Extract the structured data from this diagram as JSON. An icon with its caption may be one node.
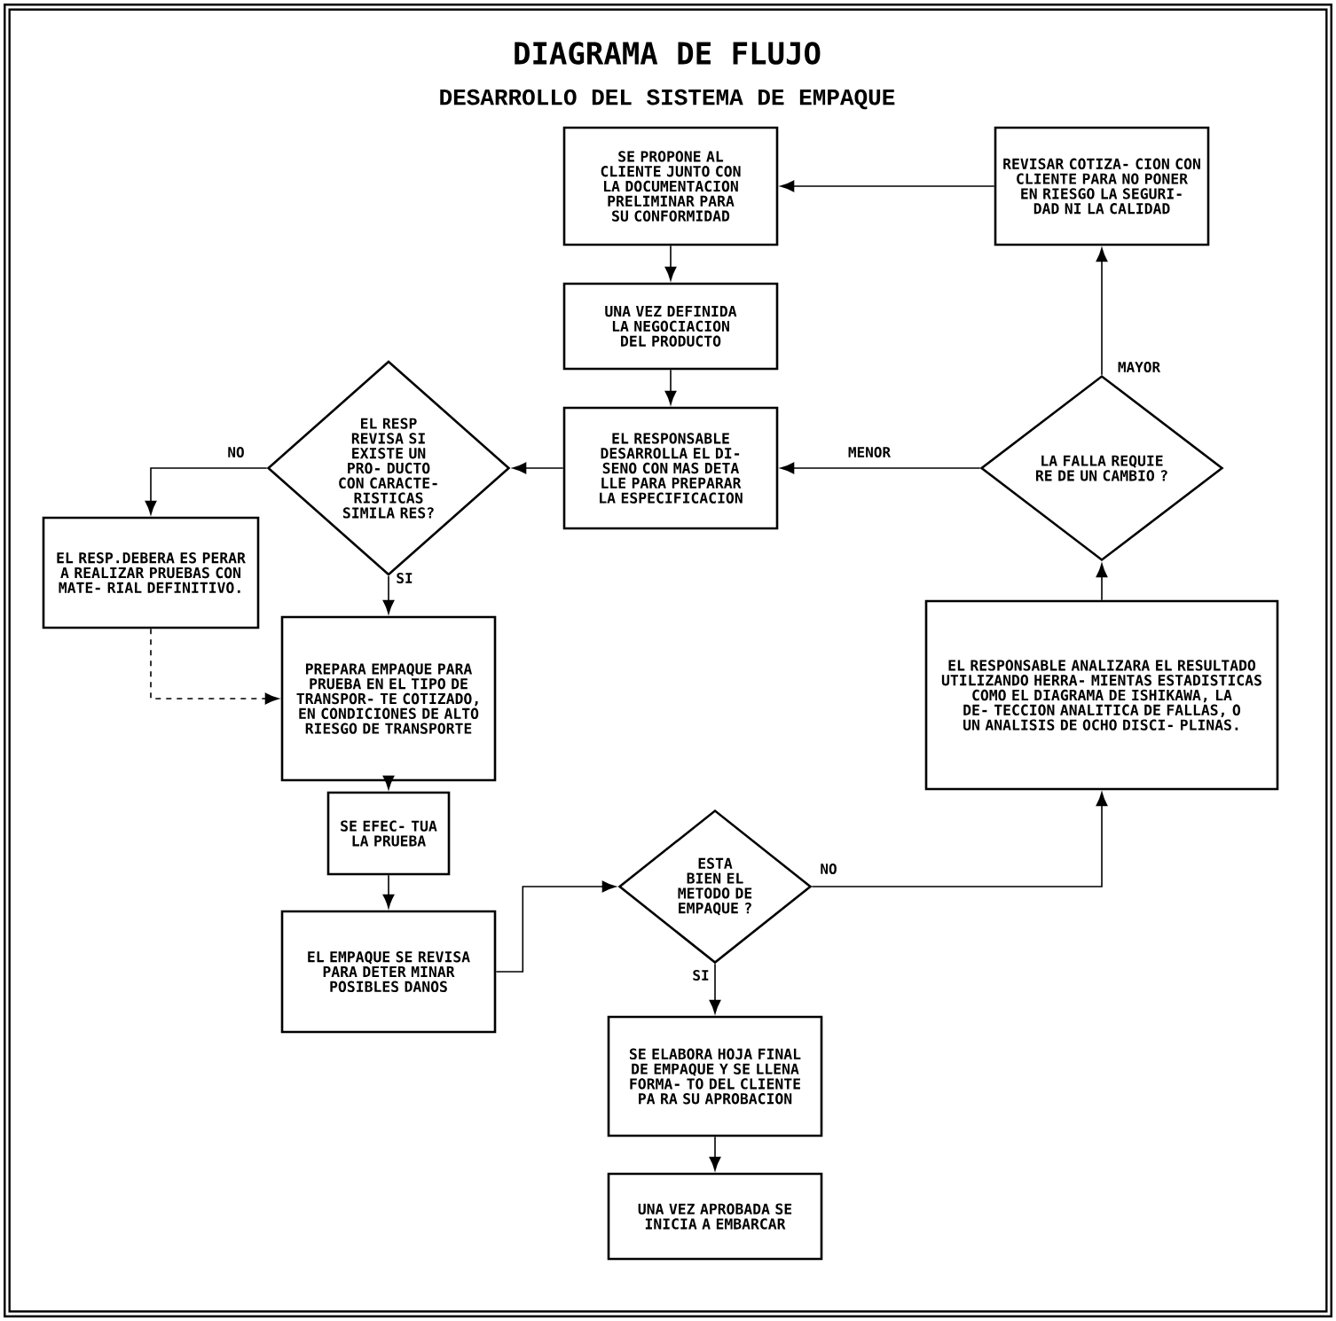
{
  "diagram": {
    "title": "DIAGRAMA DE FLUJO",
    "nodes": [
      {
        "text": [
          "SE PROPONE AL CLIENTE JUNTO CON LA DOCUMENTACION PRELIMINAR PARA SU CONFORMIDAD"
        ]
      },
      {
        "text": [
          "UNA VEZ DEFINIDA LA NEGOCIACION DEL PRODUCTO"
        ]
      },
      {
        "text": [
          "EL RESPONSABLE DESARROLLA EL DI- SENO CON MAS DETA LLE PARA PREPARAR LA ESPECIFICACION"
        ]
      },
      {
        "text": [
          "EL RESP REVISA SI EXISTE UN PRO- DUCTO CON CARACTE- RISTICAS SIMILA RES?"
        ]
      },
      {
        "text": [
          "EL RESP.DEBERA ES PERAR A REALIZAR PRUEBAS CON MATE- RIAL DEFINITIVO."
        ]
      },
      {
        "text": [
          "PREPARA EMPAQUE PARA PRUEBA EN EL TIPO DE TRANSPOR- TE COTIZADO, EN CONDICIONES DE ALTO RIESGO DE TRANSPORTE"
        ]
      },
      {
        "text": [
          "SE EFEC- TUA LA PRUEBA"
        ]
      },
      {
        "text": [
          "EL EMPAQUE SE REVISA PARA DETER MINAR POSIBLES DANOS"
        ]
      },
      {
        "text": [
          "ESTA BIEN EL METODO DE EMPAQUE ?"
        ]
      },
      {
        "text": [
          "SE ELABORA HOJA FINAL DE EMPAQUE Y SE LLENA FORMA- TO DEL CLIENTE PA RA SU APROBACION"
        ]
      },
      {
        "text": [
          "UNA VEZ APROBADA SE INICIA A EMBARCAR"
        ]
      },
      {
        "text": [
          "EL RESPONSABLE ANALIZARA EL RESULTADO UTILIZANDO HERRA- MIENTAS ESTADISTICAS COMO EL DIAGRAMA DE ISHIKAWA, LA DE- TECCION ANALITICA DE FALLAS, O UN ANALISIS DE OCHO DISCI- PLINAS."
        ]
      },
      {
        "text": [
          "LA FALLA REQUIE RE DE UN CAMBIO ?"
        ]
      },
      {
        "text": [
          "REVISAR COTIZA- CION CON CLIENTE PARA NO PONER EN RIESGO LA SEGURI- DAD NI LA CALIDAD"
        ]
      }
    ],
    "edges": [
      {
        "from": 0,
        "to": 1,
        "arrow": "to"
      },
      {
        "from": 1,
        "to": 2,
        "arrow": "to"
      },
      {
        "from": 2,
        "to": 3,
        "arrow": "to"
      },
      {
        "from": 3,
        "to": 4,
        "arrow": "to",
        "label": "NO"
      },
      {
        "from": 3,
        "to": 5,
        "arrow": "to",
        "label": "SI"
      },
      {
        "from": 4,
        "to": 5,
        "arrow": "to",
        "style": "dashed"
      },
      {
        "from": 5,
        "to": 6,
        "arrow": "to"
      },
      {
        "from": 6,
        "to": 7,
        "arrow": "to"
      },
      {
        "from": 7,
        "to": 8,
        "arrow": "to"
      },
      {
        "from": 8,
        "to": 9,
        "arrow": "to",
        "label": "SI"
      },
      {
        "from": 8,
        "to": 11,
        "arrow": "to",
        "label": "NO"
      },
      {
        "from": 9,
        "to": 10,
        "arrow": "to"
      },
      {
        "from": 11,
        "to": 12,
        "arrow": "to"
      },
      {
        "from": 12,
        "to": 2,
        "arrow": "to",
        "label": "MENOR"
      },
      {
        "from": 12,
        "to": 13,
        "arrow": "to",
        "label": "MAYOR"
      },
      {
        "from": 13,
        "to": 0,
        "arrow": "to"
      }
    ],
    "labels": [
      "DESARROLLO DEL SISTEMA DE EMPAQUE"
    ]
  }
}
